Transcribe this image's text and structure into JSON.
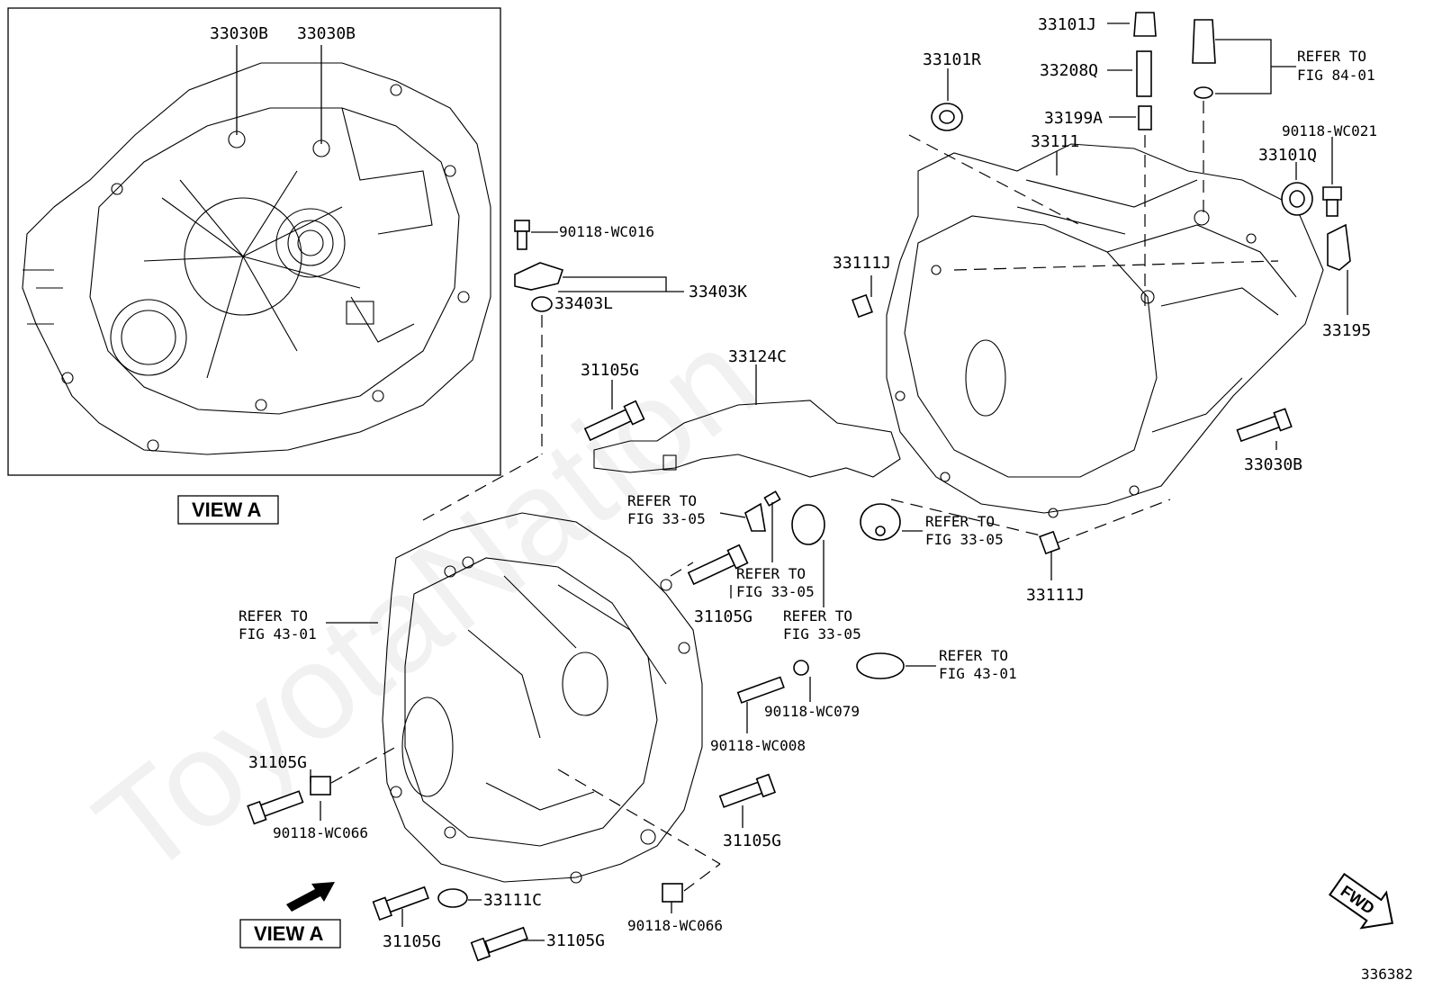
{
  "inset": {
    "top_labels": [
      "33030B",
      "33030B"
    ],
    "caption": "VIEW A"
  },
  "labels": {
    "p33101J": "33101J",
    "p33208Q": "33208Q",
    "p33199A": "33199A",
    "p33101R": "33101R",
    "p33111": "33111",
    "refer_84_line1": "REFER TO",
    "refer_84_line2": "FIG 84-01",
    "p90118_WC021": "90118-WC021",
    "p33101Q": "33101Q",
    "p33111J_top": "33111J",
    "p33195": "33195",
    "p90118_WC016": "90118-WC016",
    "p33403K": "33403K",
    "p33403L": "33403L",
    "p33124C": "33124C",
    "p31105G_top": "31105G",
    "refer_3305_a_line1": "REFER TO",
    "refer_3305_a_line2": "FIG 33-05",
    "refer_3305_b_line1": "REFER TO",
    "refer_3305_b_line2": "FIG 33-05",
    "refer_3305_c_line1": "REFER TO",
    "refer_3305_c_line2": "FIG 33-05",
    "refer_3305_d_line1": "REFER TO",
    "refer_3305_d_line2": "FIG 33-05",
    "p33030B_right": "33030B",
    "p33111J_bottom": "33111J",
    "refer_4301_left_line1": "REFER TO",
    "refer_4301_left_line2": "FIG 43-01",
    "refer_4301_right_line1": "REFER TO",
    "refer_4301_right_line2": "FIG 43-01",
    "p31105G_mid": "31105G",
    "p90118_WC079": "90118-WC079",
    "p90118_WC008": "90118-WC008",
    "p31105G_left": "31105G",
    "p90118_WC066_left": "90118-WC066",
    "p31105G_right": "31105G",
    "p33111C": "33111C",
    "p31105G_bl": "31105G",
    "p31105G_bc": "31105G",
    "p90118_WC066_bottom": "90118-WC066",
    "view_a_bottom": "VIEW A",
    "fwd": "FWD",
    "figure_number": "336382"
  },
  "watermark": "ToyotaNation"
}
